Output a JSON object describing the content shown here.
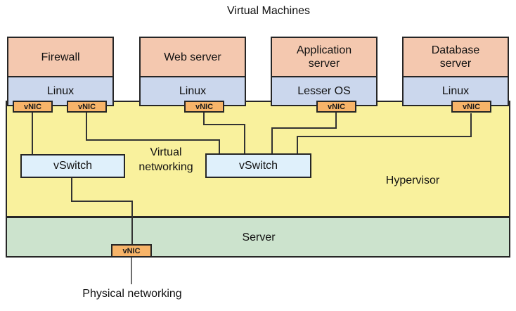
{
  "title": "Virtual Machines",
  "vms": [
    {
      "name": "Firewall",
      "os": "Linux"
    },
    {
      "name": "Web server",
      "os": "Linux"
    },
    {
      "name": "Application server",
      "os": "Lesser OS"
    },
    {
      "name": "Database server",
      "os": "Linux"
    }
  ],
  "labels": {
    "vnic": "vNIC",
    "vswitch": "vSwitch",
    "virtual_networking": "Virtual networking",
    "hypervisor": "Hypervisor",
    "server": "Server",
    "physical_networking": "Physical networking"
  },
  "colors": {
    "vm_app_fill": "#F4C8AF",
    "vm_os_fill": "#CBD7ED",
    "vnic_fill": "#F7B469",
    "hypervisor_fill": "#F9F19D",
    "server_fill": "#CCE3CD",
    "vswitch_fill": "#DFF0FB",
    "border": "#262626",
    "connector_line": "#333333",
    "physical_line": "#6E6E6E"
  }
}
